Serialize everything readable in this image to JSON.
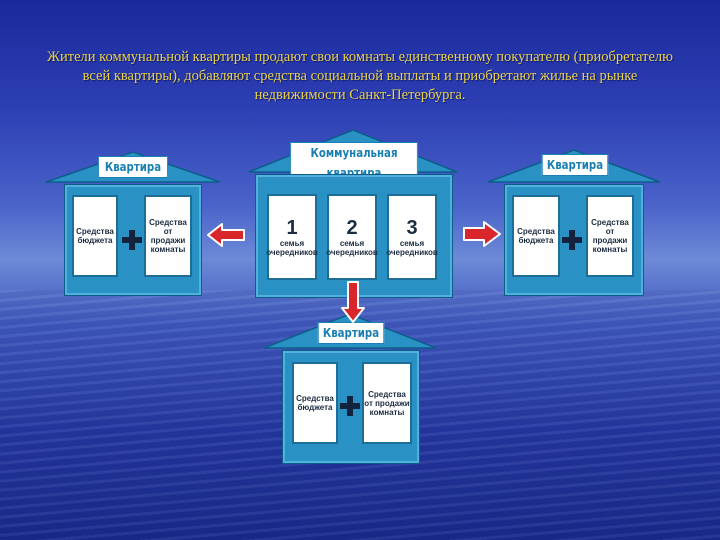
{
  "caption": "Жители коммунальной квартиры продают свои комнаты единственному покупателю (приобретателю всей квартиры), добавляют средства социальной выплаты и приобретают жилье на рынке недвижимости Санкт-Петербурга.",
  "left_house": {
    "roof_label": "Квартира",
    "card1": "Средства бюджета",
    "card2": "Средства от продажи комнаты"
  },
  "center_house": {
    "roof_label": "Коммунальная квартира",
    "rooms": [
      {
        "num": "1",
        "text": "семья очередников"
      },
      {
        "num": "2",
        "text": "семья очередников"
      },
      {
        "num": "3",
        "text": "семья очередников"
      }
    ]
  },
  "right_house": {
    "roof_label": "Квартира",
    "card1": "Средства бюджета",
    "card2": "Средства от продажи комнаты"
  },
  "bottom_house": {
    "roof_label": "Квартира",
    "card1": "Средства бюджета",
    "card2": "Средства от продажи комнаты"
  },
  "colors": {
    "house_fill": "#2a91c4",
    "arrow_red": "#d8262b",
    "caption": "#e8d24a"
  }
}
